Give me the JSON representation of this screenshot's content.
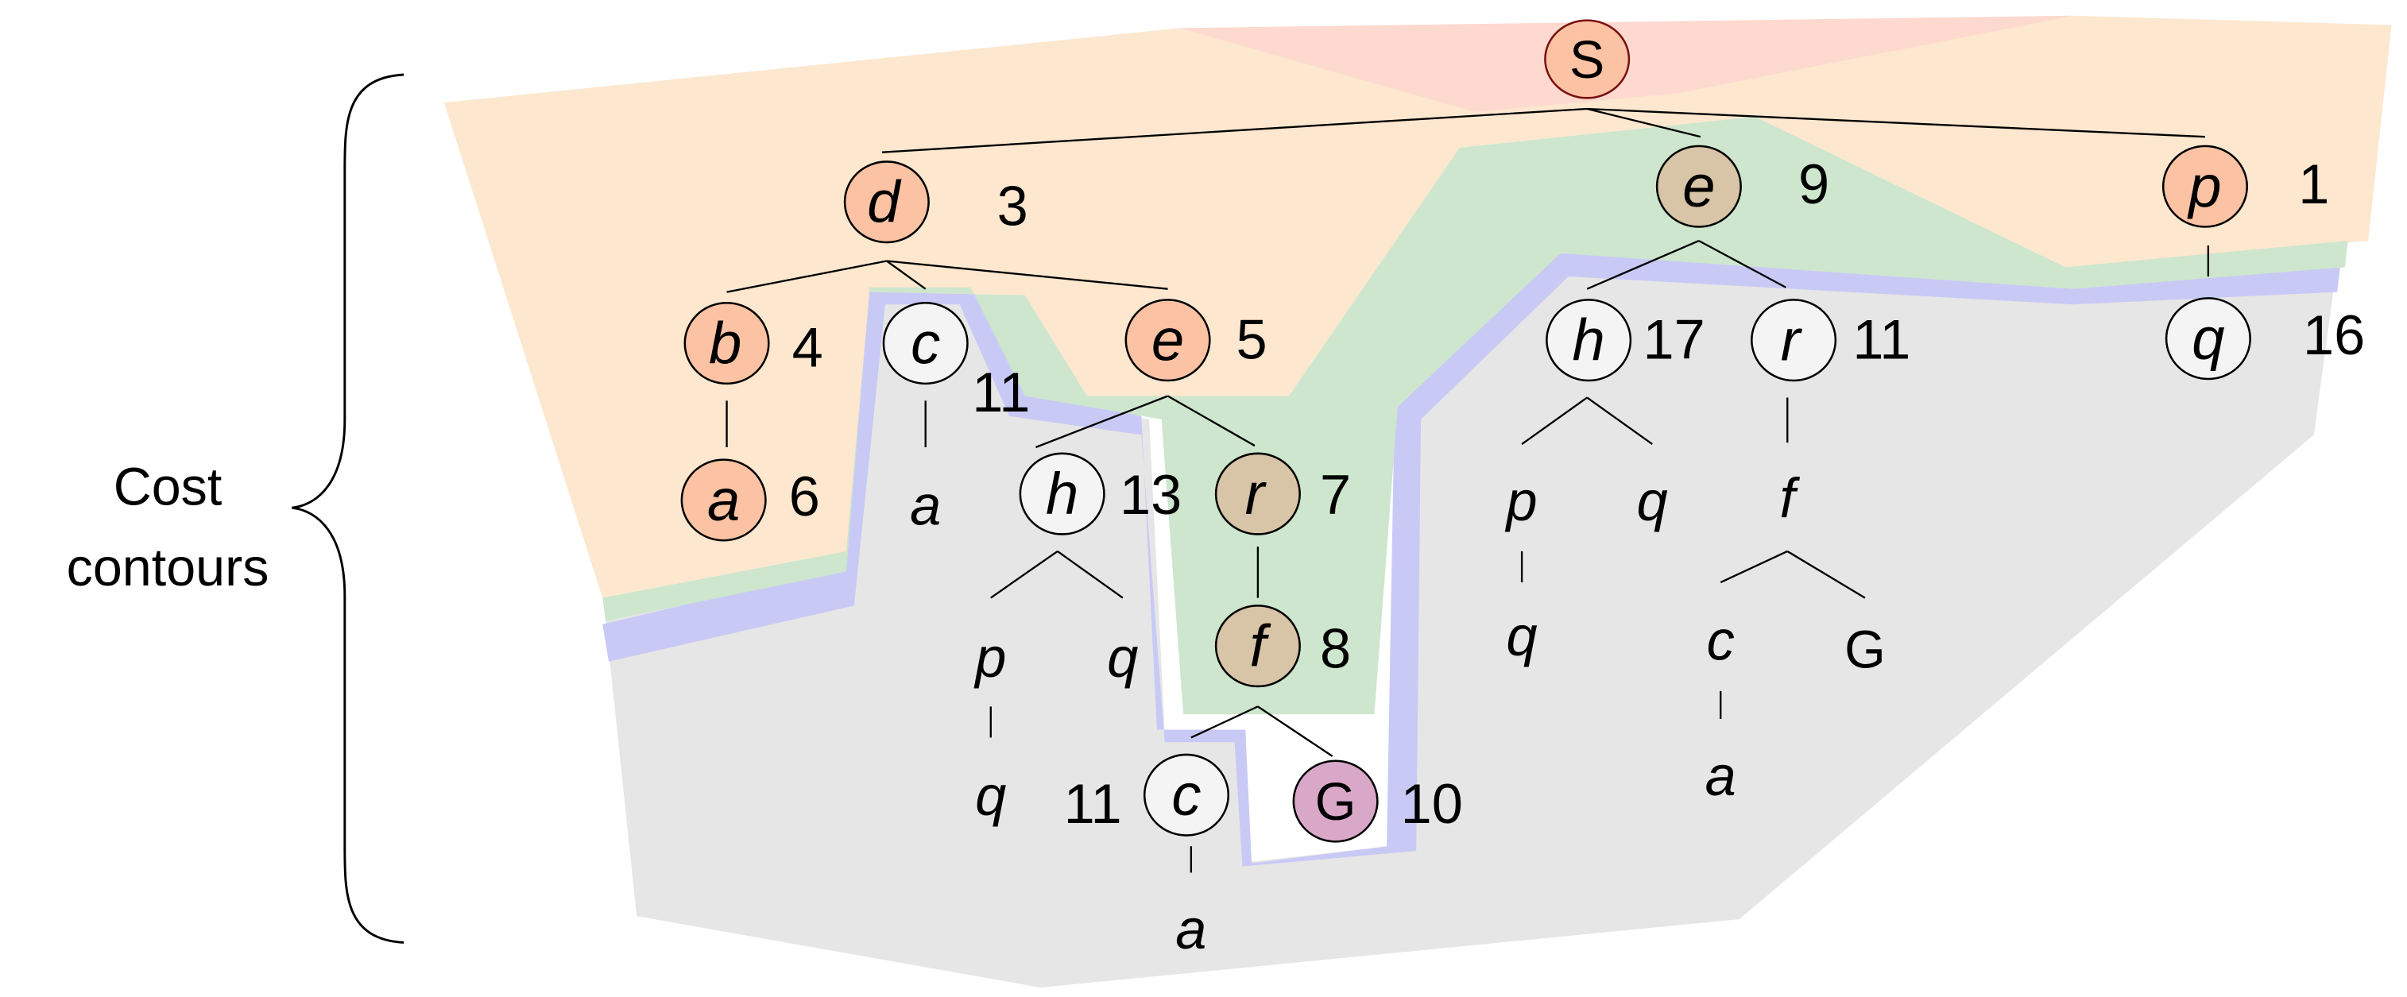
{
  "side_label": {
    "line1": "Cost",
    "line2": "contours"
  },
  "colors": {
    "red_region": "#fdd9cf",
    "orange_region": "#fde7cf",
    "green_region": "#cde6cd",
    "blue_band": "#c9c9f6",
    "gray_region": "#e6e6e6",
    "node_orange": "#fbc3a4",
    "node_brown": "#d8c4a6",
    "node_pink": "#d9a8c9",
    "node_white": "#f4f4f4"
  },
  "nodes": {
    "S": {
      "label": "S",
      "cost": ""
    },
    "d": {
      "label": "d",
      "cost": "3"
    },
    "e1": {
      "label": "e",
      "cost": "9"
    },
    "p1": {
      "label": "p",
      "cost": "1"
    },
    "b": {
      "label": "b",
      "cost": "4"
    },
    "c1": {
      "label": "c",
      "cost": "11"
    },
    "e2": {
      "label": "e",
      "cost": "5"
    },
    "a1": {
      "label": "a",
      "cost": "6"
    },
    "a2": {
      "label": "a",
      "cost": ""
    },
    "h1": {
      "label": "h",
      "cost": "13"
    },
    "r1": {
      "label": "r",
      "cost": "7"
    },
    "p2": {
      "label": "p",
      "cost": ""
    },
    "q1": {
      "label": "q",
      "cost": ""
    },
    "q2": {
      "label": "q",
      "cost": ""
    },
    "f1": {
      "label": "f",
      "cost": "8"
    },
    "c2": {
      "label": "c",
      "cost": "11"
    },
    "G1": {
      "label": "G",
      "cost": "10"
    },
    "a3": {
      "label": "a",
      "cost": ""
    },
    "h2": {
      "label": "h",
      "cost": "17"
    },
    "r2": {
      "label": "r",
      "cost": "11"
    },
    "p3": {
      "label": "p",
      "cost": ""
    },
    "q3": {
      "label": "q",
      "cost": ""
    },
    "q4": {
      "label": "q",
      "cost": ""
    },
    "f2": {
      "label": "f",
      "cost": ""
    },
    "c3": {
      "label": "c",
      "cost": ""
    },
    "G2": {
      "label": "G",
      "cost": ""
    },
    "a4": {
      "label": "a",
      "cost": ""
    },
    "q5": {
      "label": "q",
      "cost": "16"
    }
  }
}
